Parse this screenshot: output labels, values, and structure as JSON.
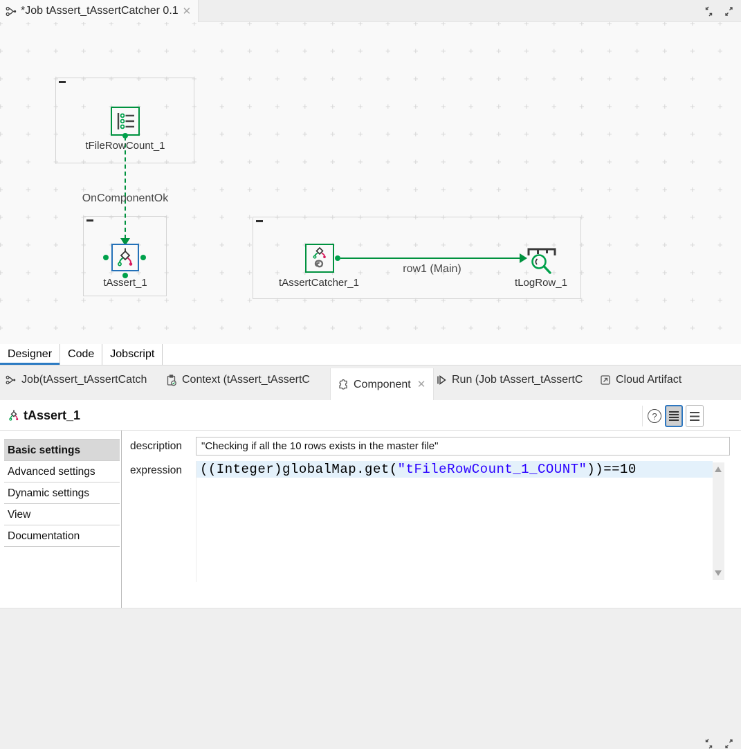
{
  "window": {
    "editor_tab_title": "*Job tAssert_tAssertCatcher 0.1"
  },
  "canvas": {
    "nodes": [
      {
        "label": "tFileRowCount_1"
      },
      {
        "label": "tAssert_1"
      },
      {
        "label": "tAssertCatcher_1"
      },
      {
        "label": "tLogRow_1"
      }
    ],
    "connections": [
      {
        "label": "OnComponentOk",
        "type": "trigger"
      },
      {
        "label": "row1 (Main)",
        "type": "row"
      }
    ]
  },
  "perspective_tabs": [
    {
      "label": "Designer",
      "active": true
    },
    {
      "label": "Code",
      "active": false
    },
    {
      "label": "Jobscript",
      "active": false
    }
  ],
  "view_tabs": [
    {
      "label": "Job(tAssert_tAssertCatch"
    },
    {
      "label": "Context (tAssert_tAssertC"
    },
    {
      "label": "Component",
      "selected": true
    },
    {
      "label": "Run (Job tAssert_tAssertC"
    },
    {
      "label": "Cloud Artifact"
    }
  ],
  "component_panel": {
    "title": "tAssert_1",
    "sections": [
      {
        "label": "Basic settings",
        "selected": true
      },
      {
        "label": "Advanced settings",
        "selected": false
      },
      {
        "label": "Dynamic settings",
        "selected": false
      },
      {
        "label": "View",
        "selected": false
      },
      {
        "label": "Documentation",
        "selected": false
      }
    ],
    "description": {
      "label": "description",
      "value": "\"Checking if all the 10 rows exists in the master file\""
    },
    "expression": {
      "label": "expression",
      "code_prefix": "((Integer)globalMap.get(",
      "code_string": "\"tFileRowCount_1_COUNT\"",
      "code_suffix": "))==10"
    }
  },
  "colors": {
    "talend_green": "#00923f",
    "accent_blue": "#2b7bc3",
    "code_string_blue": "#2a00ff",
    "code_line_highlight": "#e4f1fb"
  }
}
